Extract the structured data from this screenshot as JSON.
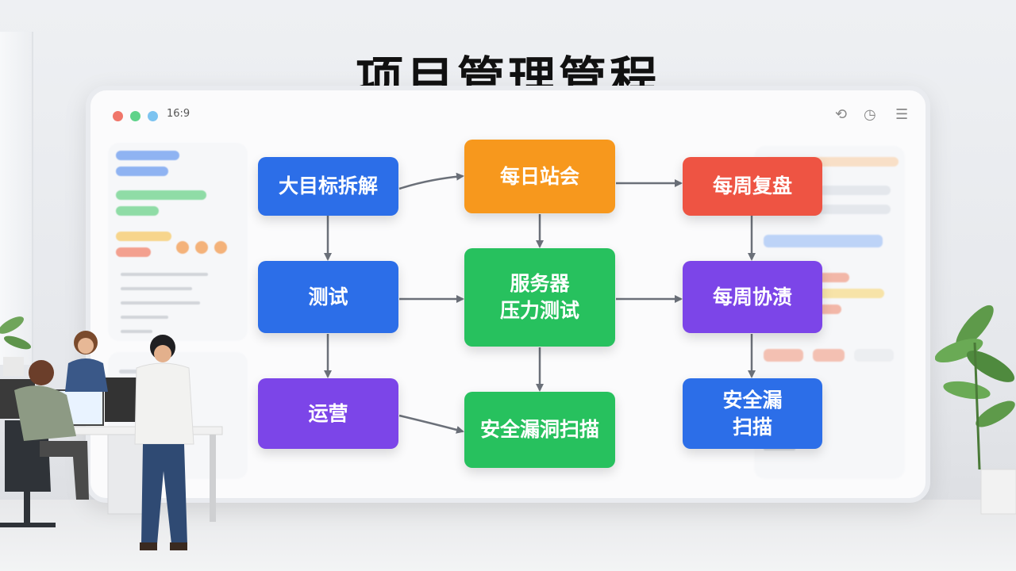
{
  "title": "项目管理管程",
  "window": {
    "time": "16:9"
  },
  "nodes": {
    "goal_breakdown": "大目标拆解",
    "daily_standup": "每日站会",
    "weekly_review": "每周复盘",
    "testing": "测试",
    "server_stress_test": "服务器\n压力测试",
    "weekly_sync": "每周协渍",
    "operations": "运营",
    "security_scan_mid": "安全漏洞扫描",
    "security_scan_right": "安全漏\n扫描"
  },
  "colors": {
    "blue": "#2c6ee8",
    "orange": "#f7981d",
    "red": "#ee5443",
    "green": "#27c15e",
    "purple": "#7c45e8",
    "arrow": "#6b7079"
  },
  "icons": [
    "window-close-dot",
    "window-minimize-dot",
    "window-maximize-dot",
    "refresh-icon",
    "clock-icon",
    "menu-icon"
  ]
}
